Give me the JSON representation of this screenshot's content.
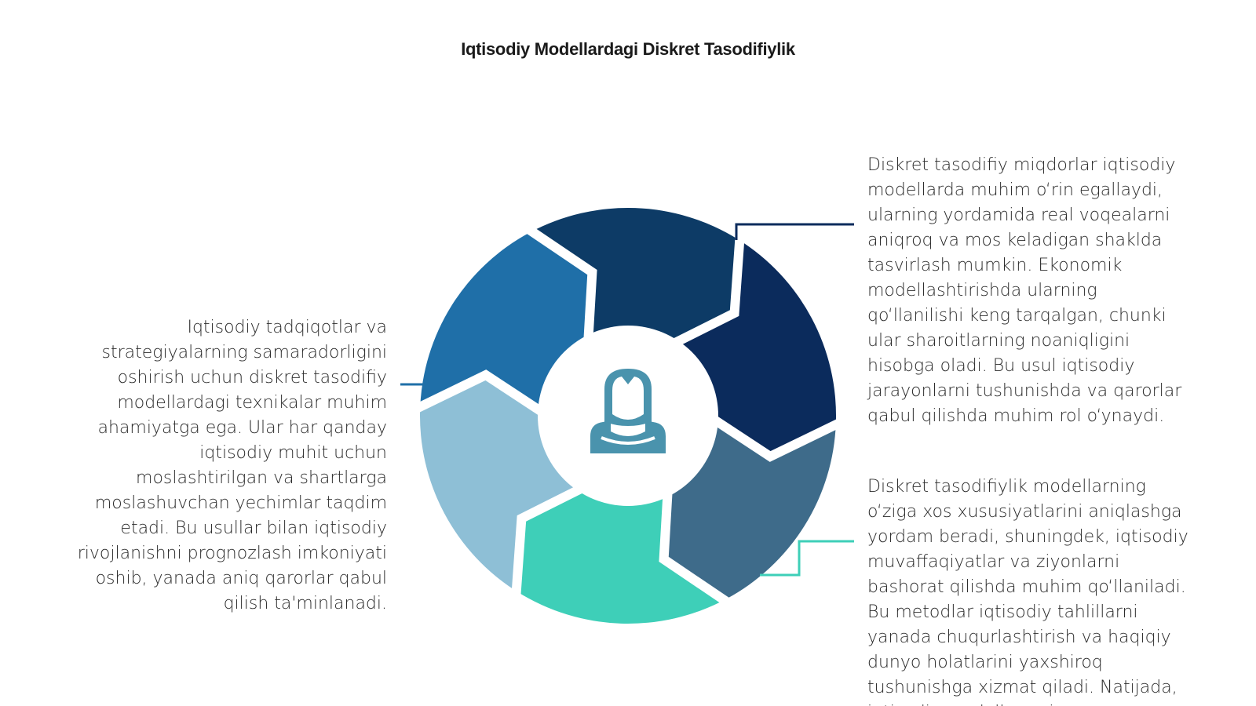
{
  "title": "Iqtisodiy Modellardagi Diskret Tasodifiylik",
  "center_icon": "person-icon",
  "segment_colors": [
    "#0d3b66",
    "#0b2b5c",
    "#3e6b8a",
    "#3ecfb8",
    "#8ebfd6",
    "#1f6fa8"
  ],
  "connector_colors": {
    "left": "#1f6fa8",
    "right_top": "#0b2b5c",
    "right_bottom": "#3ecfb8"
  },
  "icon_color": "#4a93ad",
  "texts": {
    "left": "Iqtisodiy tadqiqotlar va\nstrategiyalarning samaradorligini\noshirish uchun diskret tasodifiy\nmodellardagi texnikalar muhim\nahamiyatga ega. Ular har qanday\niqtisodiy muhit uchun\nmoslashtirilgan va shartlarga\nmoslashuvchan yechimlar taqdim\netadi. Bu usullar bilan iqtisodiy\nrivojlanishni prognozlash imkoniyati\noshib, yanada aniq qarorlar qabul\nqilish ta'minlanadi.",
    "right_top": "Diskret tasodifiy miqdorlar iqtisodiy\nmodellarda muhim o‘rin egallaydi,\nularning yordamida real voqealarni\naniqroq va mos keladigan shaklda\ntasvirlash mumkin. Ekonomik\nmodellashtirishda ularning\nqo‘llanilishi keng tarqalgan, chunki\nular sharoitlarning noaniqligini\nhisobga oladi. Bu usul iqtisodiy\njarayonlarni tushunishda va qarorlar\nqabul qilishda muhim rol o‘ynaydi.",
    "right_bottom": "Diskret tasodifiylik modellarning\no‘ziga xos xususiyatlarini aniqlashga\nyordam beradi, shuningdek, iqtisodiy\nmuvaffaqiyatlar va ziyonlarni\nbashorat qilishda muhim qo‘llaniladi.\nBu metodlar iqtisodiy tahlillarni\nyanada chuqurlashtirish va haqiqiy\ndunyo holatlarini yaxshiroq\ntushunishga xizmat qiladi. Natijada,\niqtisodiy modellar aniqroq va"
  }
}
